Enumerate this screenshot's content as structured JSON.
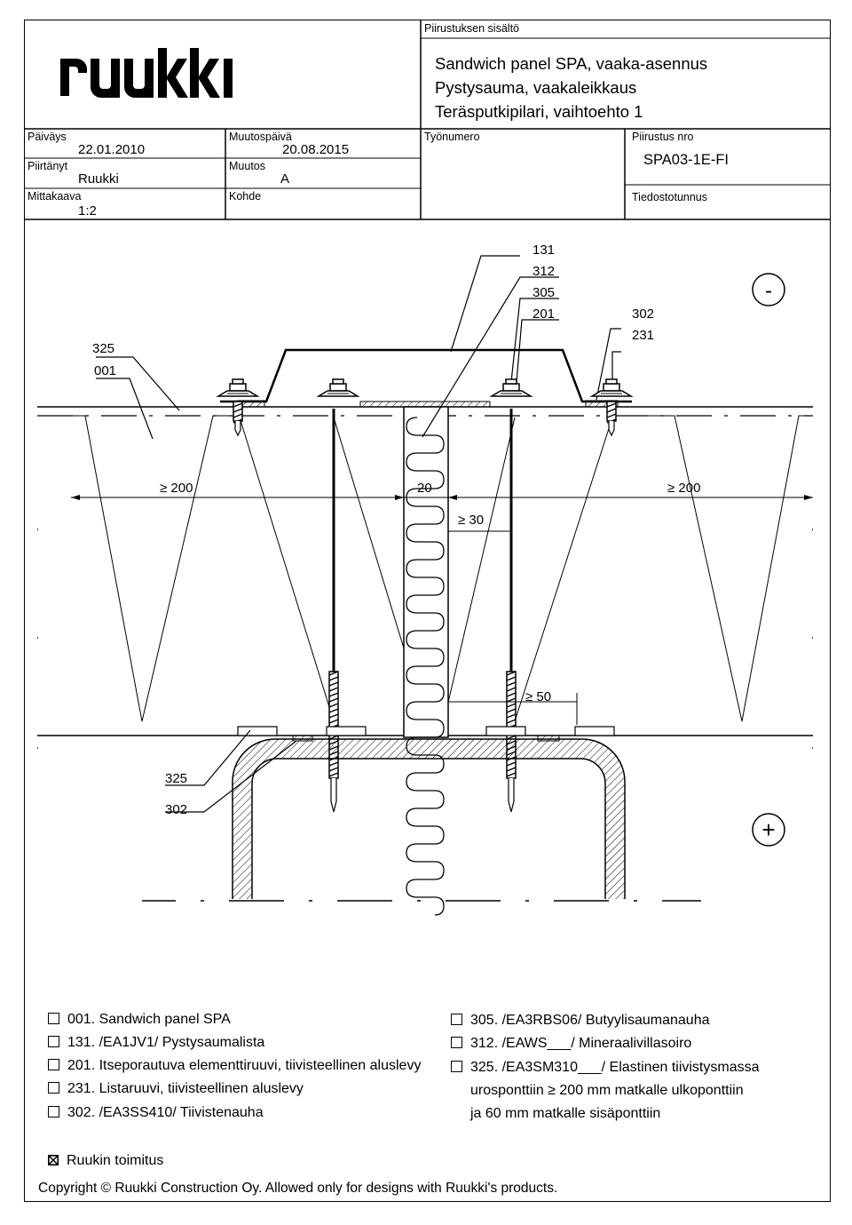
{
  "title_block": {
    "logo_text": "RUUKKI",
    "contents_label": "Piirustuksen sisältö",
    "title_lines": [
      "Sandwich panel SPA, vaaka-asennus",
      "Pystysauma, vaakaleikkaus",
      "Teräsputkipilari, vaihtoehto 1"
    ],
    "date_label": "Päiväys",
    "date": "22.01.2010",
    "modified_label": "Muutospäivä",
    "modified": "20.08.2015",
    "work_label": "Työnumero",
    "drawing_no_label": "Piirustus nro",
    "drawing_no": "SPA03-1E-FI",
    "drawn_label": "Piirtänyt",
    "drawn": "Ruukki",
    "revision_label": "Muutos",
    "revision": "A",
    "scale_label": "Mittakaava",
    "scale": "1:2",
    "target_label": "Kohde",
    "file_label": "Tiedostotunnus"
  },
  "drawing": {
    "callouts_top": [
      "131",
      "312",
      "305",
      "201"
    ],
    "callouts_right": [
      "302",
      "231"
    ],
    "callouts_left": [
      "325",
      "001"
    ],
    "callouts_bottom": [
      "325",
      "302"
    ],
    "minus_sign": "-",
    "plus_sign": "+",
    "dim_left": "≥ 200",
    "dim_center": "20",
    "dim_right": "≥ 200",
    "dim_joint": "≥ 30",
    "dim_bottom": "≥ 50"
  },
  "legend": {
    "left": [
      "001. Sandwich panel SPA",
      "131. /EA1JV1/ Pystysaumalista",
      "201. Itseporautuva elementtiruuvi, tiivisteellinen aluslevy",
      "231. Listaruuvi, tiivisteellinen aluslevy",
      "302. /EA3SS410/ Tiivistenauha"
    ],
    "right": [
      "305. /EA3RBS06/ Butyylisaumanauha",
      "312. /EAWS___/ Mineraalivillasoiro",
      "325. /EA3SM310___/ Elastinen tiivistysmassa",
      "urosponttiin ≥ 200 mm matkalle ulkoponttiin",
      "ja 60 mm matkalle sisäponttiin"
    ],
    "supply": "Ruukin toimitus",
    "copyright": "Copyright © Ruukki Construction Oy. Allowed only for designs with Ruukki's products."
  }
}
